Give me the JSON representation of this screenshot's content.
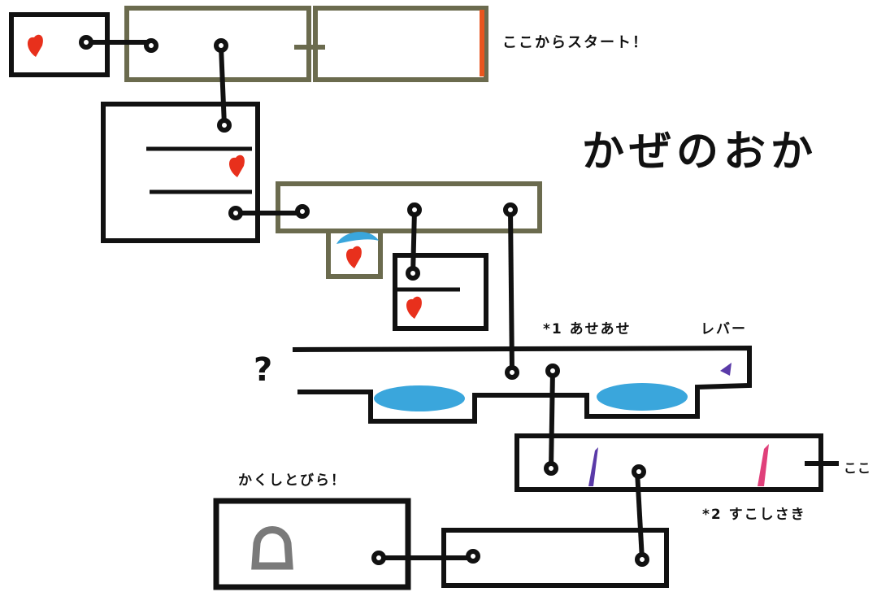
{
  "map": {
    "title": "かぜのおか",
    "notes": {
      "start": "ここからスタート！",
      "sweat": "*1 あせあせ",
      "lever": "レバー",
      "question": "?",
      "secret_door": "かくしとびら！",
      "side_exit": "ここ",
      "few": "*2 すこしさき"
    },
    "colors": {
      "room_black": "#111111",
      "room_olive": "#6b6b4e",
      "heart_red": "#e8301c",
      "water_blue": "#3aa6dc",
      "lever_purple": "#5a3aa8",
      "pink_mark": "#e0407a",
      "orange_bar": "#e8551e",
      "ghost_gray": "#7a7a7a"
    }
  }
}
